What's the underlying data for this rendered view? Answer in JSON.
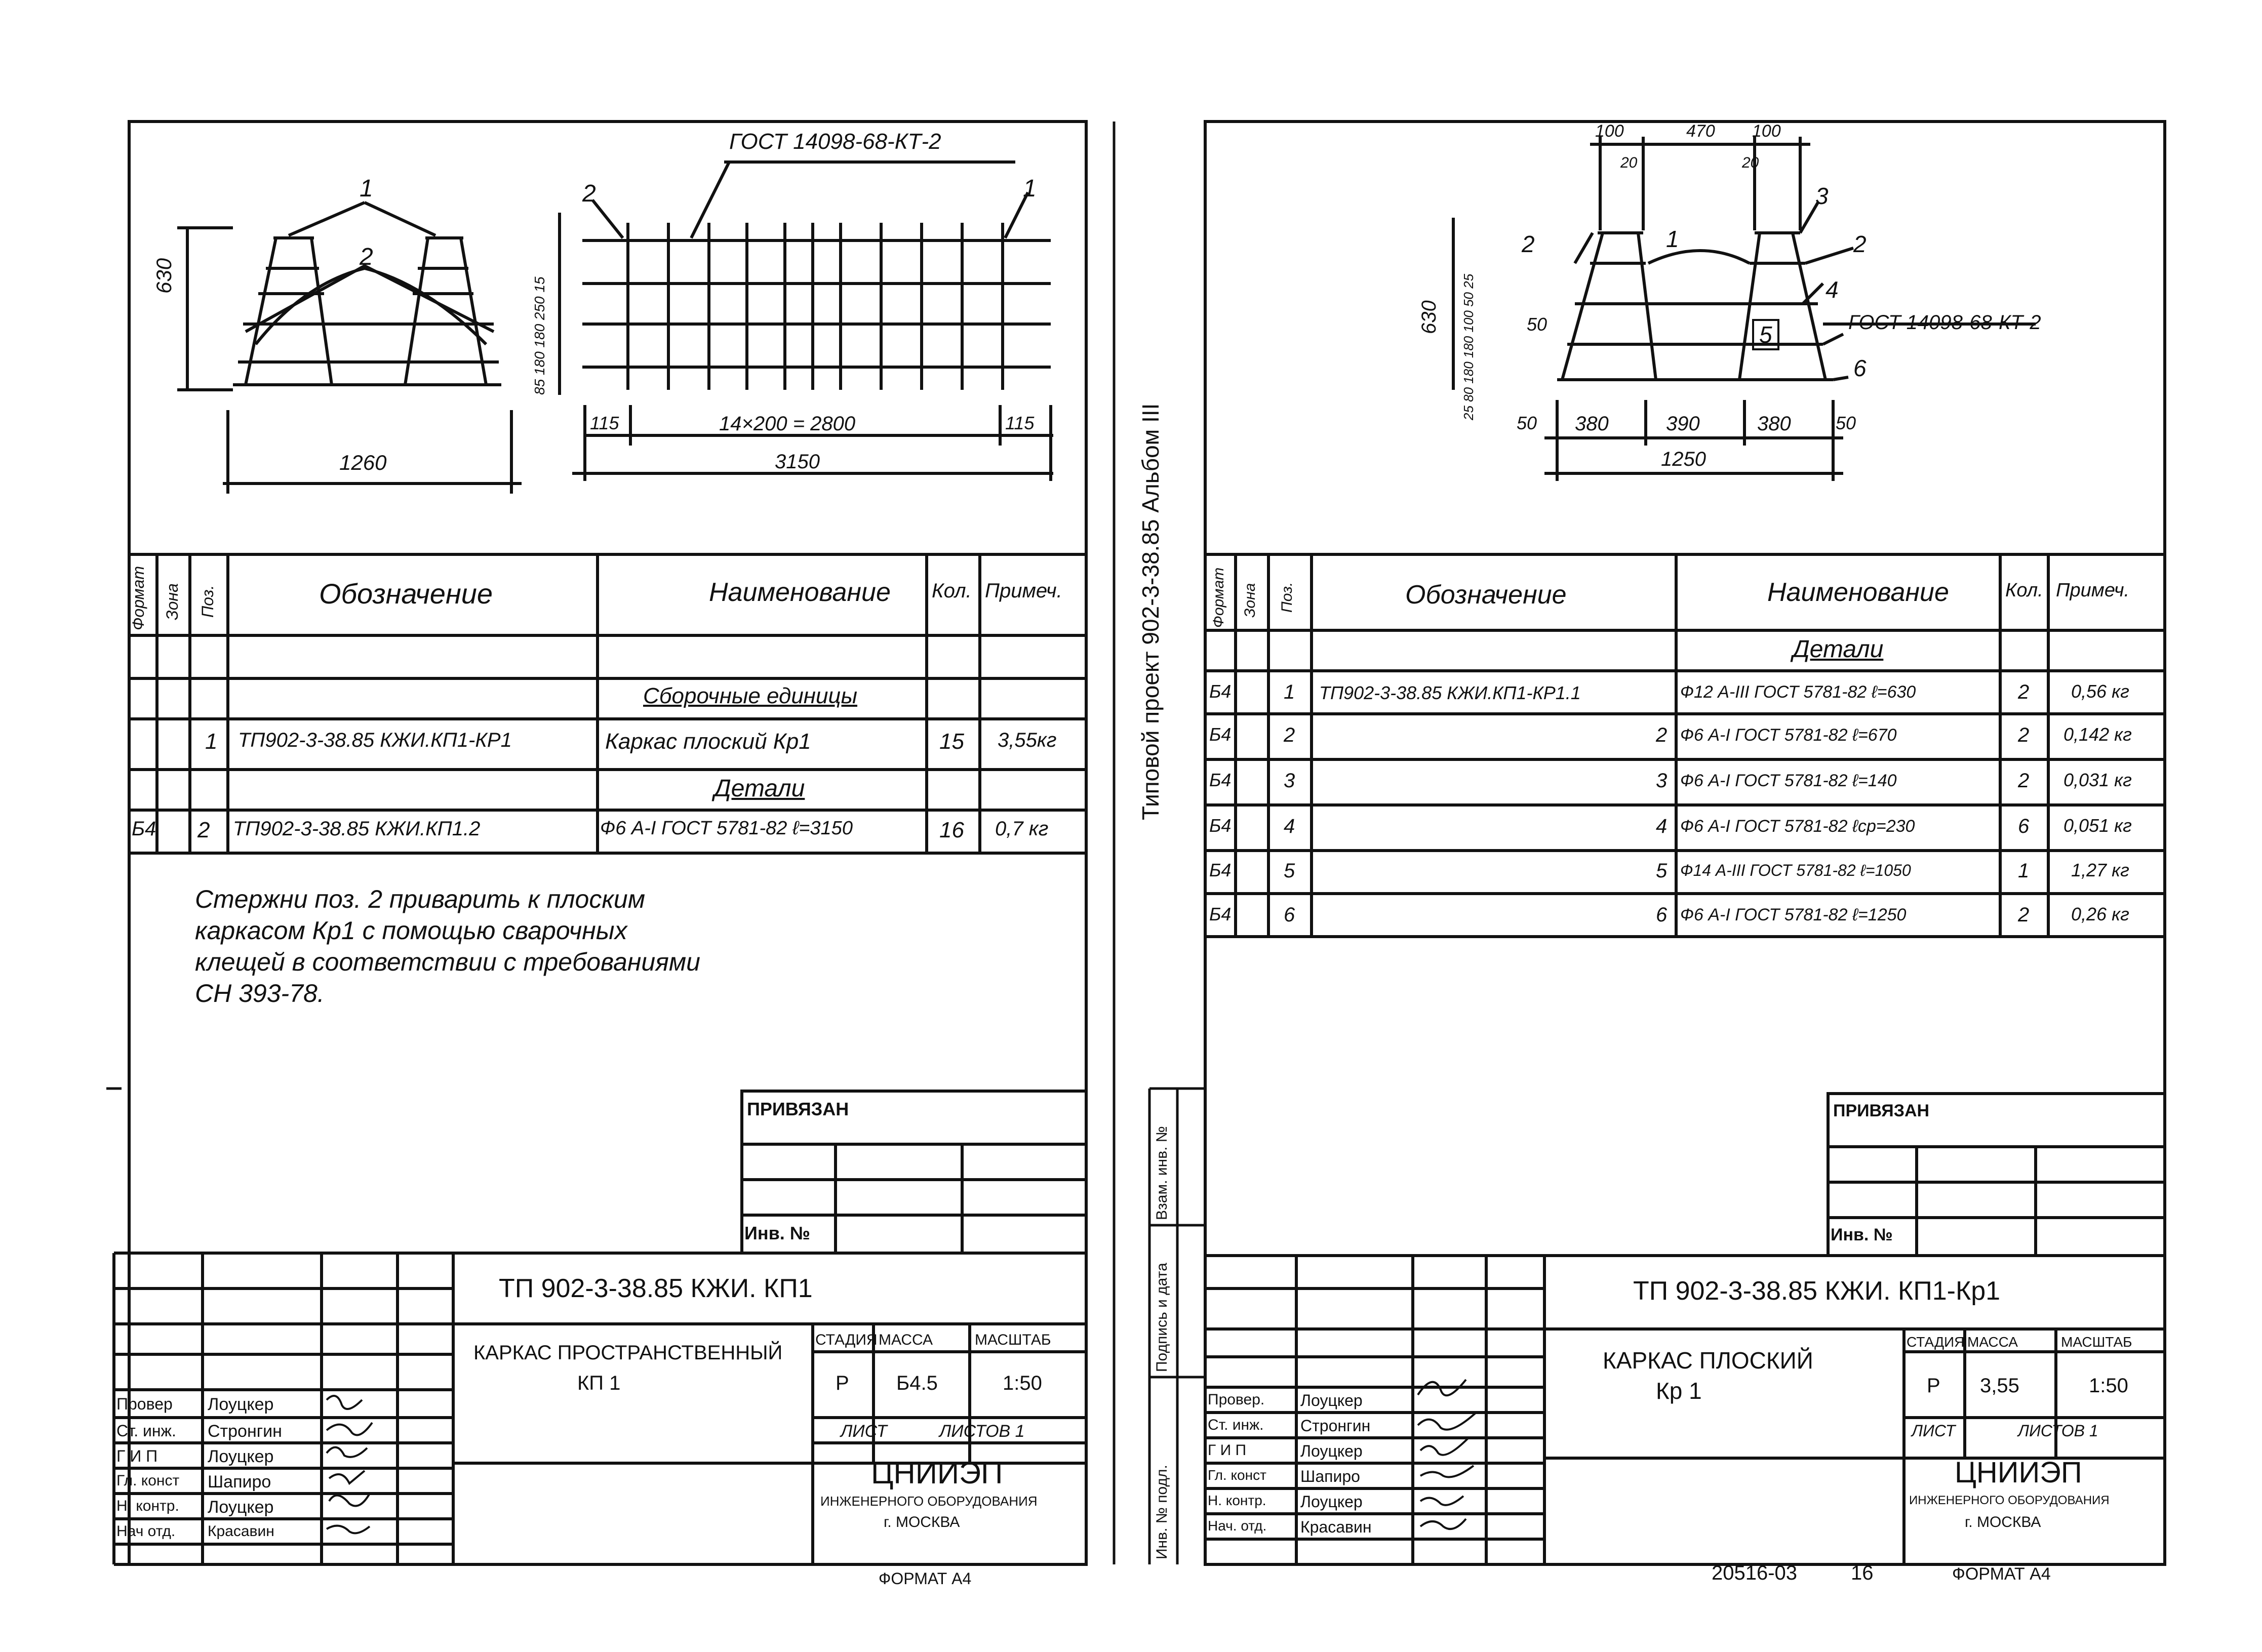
{
  "left_sheet": {
    "drawing": {
      "gost_label": "ГОСТ 14098-68-КТ-2",
      "callout_1": "1",
      "callout_2": "2",
      "callout_2b": "2",
      "callout_1b": "1",
      "dim_height": "630",
      "dim_width_section": "1260",
      "dim_left_edge": "115",
      "dim_spacing": "14×200 = 2800",
      "dim_right_edge": "115",
      "dim_total": "3150",
      "dim_vertical_stack": "85 180 180 250 15"
    },
    "spec_table": {
      "headers": {
        "format": "Формат",
        "zone": "Зона",
        "pos": "Поз.",
        "designation": "Обозначение",
        "name": "Наименование",
        "qty": "Кол.",
        "note": "Примеч."
      },
      "rows": [
        {
          "format": "",
          "pos": "",
          "designation": "",
          "name": "",
          "qty": "",
          "note": ""
        },
        {
          "format": "",
          "pos": "",
          "designation": "",
          "name": "Сборочные единицы",
          "qty": "",
          "note": ""
        },
        {
          "format": "",
          "pos": "1",
          "designation": "ТП902-3-38.85 КЖИ.КП1-КР1",
          "name": "Каркас плоский Кр1",
          "qty": "15",
          "note": "3,55кг"
        },
        {
          "format": "",
          "pos": "",
          "designation": "",
          "name": "Детали",
          "qty": "",
          "note": ""
        },
        {
          "format": "Б4",
          "pos": "2",
          "designation": "ТП902-3-38.85 КЖИ.КП1.2",
          "name": "Ф6 А-I ГОСТ 5781-82 ℓ=3150",
          "qty": "16",
          "note": "0,7 кг"
        }
      ]
    },
    "note_lines": [
      "Стержни поз. 2 приварить к плоским",
      "каркасом Кр1 с помощью сварочных",
      "клещей в соответствии с требованиями",
      "СН 393-78."
    ],
    "title_block": {
      "privyazan": "ПРИВЯЗАН",
      "inv_no": "Инв. №",
      "code": "ТП 902-3-38.85 КЖИ. КП1",
      "title_line1": "КАРКАС ПРОСТРАНСТВЕННЫЙ",
      "title_line2": "КП 1",
      "stage_label": "СТАДИЯ",
      "mass_label": "МАССА",
      "scale_label": "МАСШТАБ",
      "stage": "Р",
      "mass": "Б4.5",
      "scale": "1:50",
      "sheet_label": "ЛИСТ",
      "sheets_label": "ЛИСТОВ 1",
      "org_name": "ЦНИИЭП",
      "org_sub": "ИНЖЕНЕРНОГО ОБОРУДОВАНИЯ",
      "org_city": "г. МОСКВА",
      "format": "ФОРМАТ А4",
      "staff": [
        {
          "role": "Провер",
          "name": "Лоуцкер"
        },
        {
          "role": "Ст. инж.",
          "name": "Стронгин"
        },
        {
          "role": "Г И П",
          "name": "Лоуцкер"
        },
        {
          "role": "Гл. конст",
          "name": "Шапиро"
        },
        {
          "role": "Н. контр.",
          "name": "Лоуцкер"
        },
        {
          "role": "Нач отд.",
          "name": "Красавин"
        }
      ]
    }
  },
  "spine": {
    "text": "Типовой проект 902-3-38.85 Альбом III",
    "strip_labels": [
      "Инв. № подл.",
      "Подпись и дата",
      "Взам. инв. №"
    ]
  },
  "right_sheet": {
    "drawing": {
      "gost_label": "ГОСТ 14098-68-КТ-2",
      "top_dims": [
        "100",
        "470",
        "100"
      ],
      "top_dims_small": [
        "20",
        "20"
      ],
      "callouts": [
        "1",
        "2",
        "2",
        "3",
        "4",
        "5",
        "6"
      ],
      "dim_height": "630",
      "dim_50": "50",
      "dim_vertical_stack": "25 80 180 180 100 50 25",
      "dim_bottom": [
        "50",
        "380",
        "390",
        "380",
        "50"
      ],
      "dim_total": "1250"
    },
    "spec_table": {
      "headers": {
        "format": "Формат",
        "zone": "Зона",
        "pos": "Поз.",
        "designation": "Обозначение",
        "name": "Наименование",
        "qty": "Кол.",
        "note": "Примеч."
      },
      "rows": [
        {
          "format": "",
          "pos": "",
          "designation": "",
          "name": "Детали",
          "qty": "",
          "note": ""
        },
        {
          "format": "Б4",
          "pos": "1",
          "designation": "ТП902-3-38.85 КЖИ.КП1-КР1.1",
          "name": "Ф12 А-III ГОСТ 5781-82 ℓ=630",
          "qty": "2",
          "note": "0,56 кг"
        },
        {
          "format": "Б4",
          "pos": "2",
          "designation": "2",
          "name": "Ф6 А-I ГОСТ 5781-82 ℓ=670",
          "qty": "2",
          "note": "0,142 кг"
        },
        {
          "format": "Б4",
          "pos": "3",
          "designation": "3",
          "name": "Ф6 А-I ГОСТ 5781-82 ℓ=140",
          "qty": "2",
          "note": "0,031 кг"
        },
        {
          "format": "Б4",
          "pos": "4",
          "designation": "4",
          "name": "Ф6 А-I ГОСТ 5781-82 ℓср=230",
          "qty": "6",
          "note": "0,051 кг"
        },
        {
          "format": "Б4",
          "pos": "5",
          "designation": "5",
          "name": "Ф14 А-III ГОСТ 5781-82 ℓ=1050",
          "qty": "1",
          "note": "1,27 кг"
        },
        {
          "format": "Б4",
          "pos": "6",
          "designation": "6",
          "name": "Ф6 А-I ГОСТ 5781-82 ℓ=1250",
          "qty": "2",
          "note": "0,26 кг"
        }
      ]
    },
    "title_block": {
      "privyazan": "ПРИВЯЗАН",
      "inv_no": "Инв. №",
      "code": "ТП 902-3-38.85 КЖИ. КП1-Кр1",
      "title_line1": "КАРКАС ПЛОСКИЙ",
      "title_line2": "Кр 1",
      "stage_label": "СТАДИЯ",
      "mass_label": "МАССА",
      "scale_label": "МАСШТАБ",
      "stage": "Р",
      "mass": "3,55",
      "scale": "1:50",
      "sheet_label": "ЛИСТ",
      "sheets_label": "ЛИСТОВ 1",
      "org_name": "ЦНИИЭП",
      "org_sub": "ИНЖЕНЕРНОГО ОБОРУДОВАНИЯ",
      "org_city": "г. МОСКВА",
      "doc_number": "20516-03",
      "page_number": "16",
      "format": "ФОРМАТ А4",
      "staff": [
        {
          "role": "Провер.",
          "name": "Лоуцкер"
        },
        {
          "role": "Ст. инж.",
          "name": "Стронгин"
        },
        {
          "role": "Г И П",
          "name": "Лоуцкер"
        },
        {
          "role": "Гл. конст",
          "name": "Шапиро"
        },
        {
          "role": "Н. контр.",
          "name": "Лоуцкер"
        },
        {
          "role": "Нач. отд.",
          "name": "Красавин"
        }
      ]
    }
  }
}
